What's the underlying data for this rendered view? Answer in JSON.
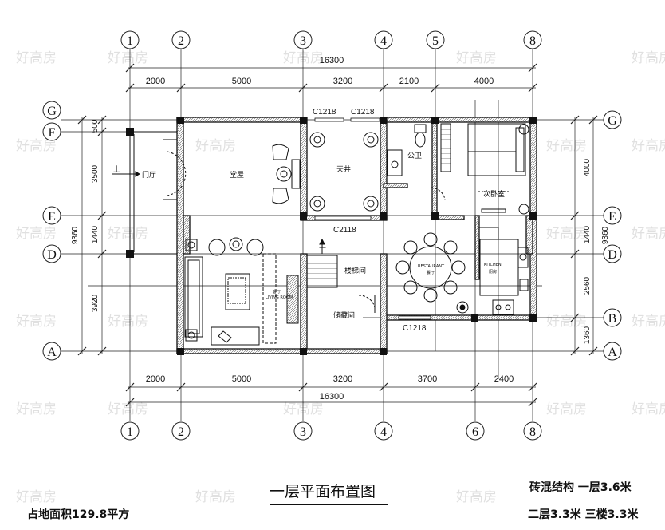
{
  "watermark": "好高房",
  "drawing": {
    "title": "一层平面布置图",
    "site_area": "占地面积129.8平方",
    "structure_line1": "砖混结构  一层3.6米",
    "structure_line2": "二层3.3米 三楼3.3米"
  },
  "axes": {
    "top": [
      "1",
      "2",
      "3",
      "4",
      "5",
      "8"
    ],
    "bottom": [
      "1",
      "2",
      "3",
      "4",
      "6",
      "8"
    ],
    "left": [
      "G",
      "F",
      "E",
      "D",
      "A"
    ],
    "right": [
      "G",
      "E",
      "D",
      "B",
      "A"
    ]
  },
  "dimensions": {
    "top_total": "16300",
    "top": [
      "2000",
      "5000",
      "3200",
      "2100",
      "4000"
    ],
    "bottom_total": "16300",
    "bottom": [
      "2000",
      "5000",
      "3200",
      "3700",
      "2400"
    ],
    "left_total": "9360",
    "left": [
      "500",
      "3500",
      "1440",
      "3920"
    ],
    "right_total": "9360",
    "right": [
      "4000",
      "1440",
      "2560",
      "1360"
    ]
  },
  "windows": {
    "top_a": "C1218",
    "top_b": "C1218",
    "courtyard_bottom": "C2118",
    "stair_bottom": "C1218"
  },
  "rooms": {
    "hall": "堂屋",
    "entry": "门厅",
    "up_entry": "上",
    "courtyard": "天井",
    "toilet": "公卫",
    "second_bedroom": "次卧室",
    "living_en": "LIVING ROOM",
    "living": "客厅",
    "stair": "楼梯间",
    "up_stair": "上",
    "storage": "储藏间",
    "dining_en": "RESTAURANT",
    "dining": "餐厅",
    "kitchen_en": "KITCHEN",
    "kitchen": "厨房"
  }
}
